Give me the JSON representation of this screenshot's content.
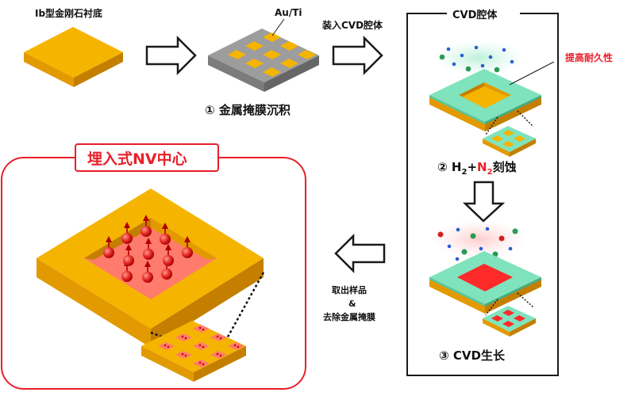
{
  "labels": {
    "substrate": "Ib型金刚石衬底",
    "metal": "Au/Ti",
    "step1": "① 金属掩膜沉积",
    "load_cvd": "装入CVD腔体",
    "chamber": "CVD腔体",
    "durability": "提高耐久性",
    "step2_prefix": "② H",
    "step2_sub1": "2",
    "step2_plus": "+",
    "step2_n": "N",
    "step2_sub2": "2",
    "step2_suffix": "刻蚀",
    "step3": "③ CVD生长",
    "remove_line1": "取出样品",
    "remove_line2": "&",
    "remove_line3": "去除金属掩膜",
    "result_title": "埋入式NV中心"
  },
  "colors": {
    "diamond_top": "#f5b400",
    "diamond_front": "#e29a00",
    "diamond_side": "#c47f00",
    "metal_top": "#9d9d9d",
    "metal_front": "#7c7c7c",
    "metal_side": "#666666",
    "mask_top": "#7fe3bd",
    "mask_front": "#57c79f",
    "mask_side": "#3fae88",
    "cavity_red": "#ff2a2a",
    "nv_pink": "#ff6b6b",
    "highlight_red": "#e8202a",
    "outline_black": "#1a1a1a"
  }
}
